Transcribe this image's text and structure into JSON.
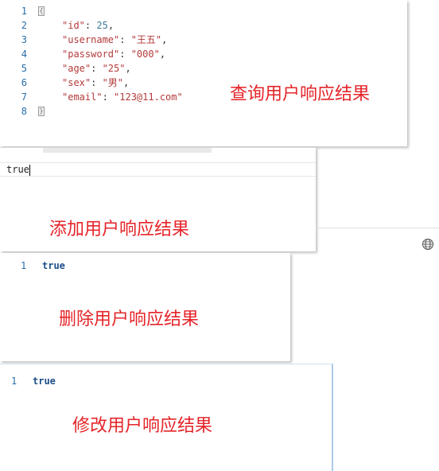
{
  "query_panel": {
    "line_numbers": [
      "1",
      "2",
      "3",
      "4",
      "5",
      "6",
      "7",
      "8"
    ],
    "json": {
      "open_brace": "{",
      "close_brace": "}",
      "fields": [
        {
          "key": "\"id\"",
          "value": "25",
          "value_type": "number",
          "comma": ","
        },
        {
          "key": "\"username\"",
          "value": "\"王五\"",
          "value_type": "string",
          "comma": ","
        },
        {
          "key": "\"password\"",
          "value": "\"000\"",
          "value_type": "string",
          "comma": ","
        },
        {
          "key": "\"age\"",
          "value": "\"25\"",
          "value_type": "string",
          "comma": ","
        },
        {
          "key": "\"sex\"",
          "value": "\"男\"",
          "value_type": "string",
          "comma": ","
        },
        {
          "key": "\"email\"",
          "value": "\"123@11.com\"",
          "value_type": "string",
          "comma": ""
        }
      ]
    },
    "caption": "查询用户响应结果"
  },
  "add_panel": {
    "response_text": "true",
    "caption": "添加用户响应结果"
  },
  "delete_panel": {
    "line_number": "1",
    "response_text": "true",
    "caption": "删除用户响应结果"
  },
  "update_panel": {
    "line_number": "1",
    "response_text": "true",
    "caption": "修改用户响应结果"
  },
  "colors": {
    "caption": "#e5252a",
    "line_number": "#2a6fa8",
    "json_key": "#b33a3a",
    "json_number": "#3b7a9a",
    "bool": "#1c4f8a"
  },
  "icons": {
    "globe": "globe-icon"
  }
}
